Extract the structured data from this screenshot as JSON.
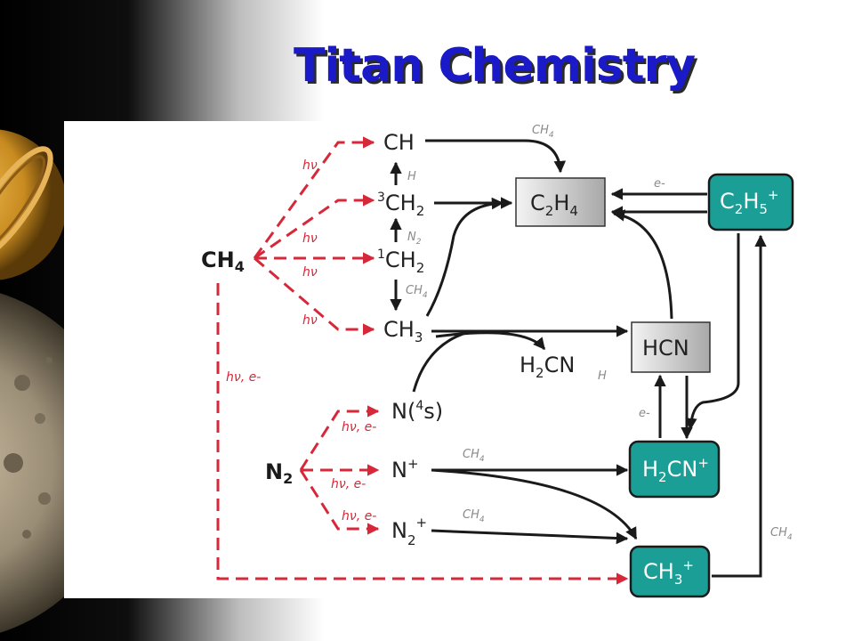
{
  "slide": {
    "title": "Titan Chemistry",
    "colors": {
      "title": "#1a1ac8",
      "photolysis": "#d7283a",
      "ion_box": "#1a9e96",
      "neutral_box": "#c8c8c8"
    },
    "background": "saturn-titan-space-photo"
  },
  "diagram": {
    "sources": {
      "ch4": "CH",
      "ch4_sub": "4",
      "n2": "N",
      "n2_sub": "2"
    },
    "species": {
      "ch": "CH",
      "ch2_3": {
        "sup": "3",
        "base": "CH",
        "sub": "2"
      },
      "ch2_1": {
        "sup": "1",
        "base": "CH",
        "sub": "2"
      },
      "ch3": {
        "base": "CH",
        "sub": "3"
      },
      "n4s": {
        "pre": "N(",
        "sup": "4",
        "post": "s)"
      },
      "nplus": {
        "base": "N",
        "sup": "+"
      },
      "n2plus": {
        "base": "N",
        "sub": "2",
        "sup": "+"
      },
      "h2cn": {
        "b1": "H",
        "s1": "2",
        "b2": "CN"
      }
    },
    "boxes": {
      "c2h4": {
        "b1": "C",
        "s1": "2",
        "b2": "H",
        "s2": "4"
      },
      "hcn": "HCN",
      "c2h5plus": {
        "b1": "C",
        "s1": "2",
        "b2": "H",
        "s2": "5",
        "sup": "+"
      },
      "h2cnplus": {
        "b1": "H",
        "s1": "2",
        "b2": "CN",
        "sup": "+"
      },
      "ch3plus": {
        "b1": "CH",
        "s1": "3",
        "sup": "+"
      }
    },
    "red_labels": {
      "hv1": "hν",
      "hv2": "hν",
      "hv3": "hν",
      "hv4": "hν",
      "hv_e_long": "hν, e-",
      "hv_e_n4s": "hν, e-",
      "hv_e_nplus": "hν, e-",
      "hv_e_n2plus": "hν, e-"
    },
    "gray_labels": {
      "ch4_top": {
        "b": "CH",
        "s": "4"
      },
      "h_up": "H",
      "n2_mid": {
        "b": "N",
        "s": "2"
      },
      "ch4_down": {
        "b": "CH",
        "s": "4"
      },
      "e_top": "e-",
      "h_hcn": "H",
      "e_mid": "e-",
      "ch4_nplus": {
        "b": "CH",
        "s": "4"
      },
      "ch4_n2plus": {
        "b": "CH",
        "s": "4"
      },
      "ch4_right": {
        "b": "CH",
        "s": "4"
      }
    }
  }
}
